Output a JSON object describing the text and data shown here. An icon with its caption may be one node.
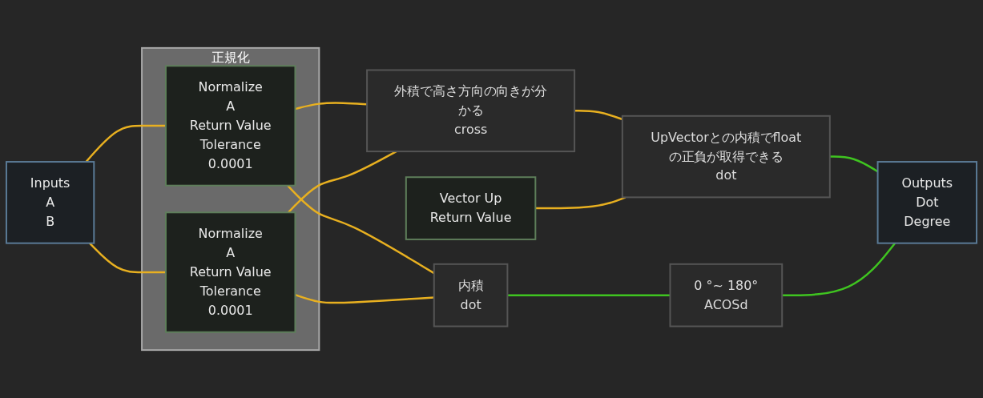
{
  "diagram": {
    "nodes": [
      {
        "text": [
          "Inputs",
          "A",
          "B"
        ]
      },
      {
        "text": [
          "正規化"
        ]
      },
      {
        "text": [
          "Normalize",
          "A",
          "Return Value",
          "Tolerance",
          "0.0001"
        ],
        "in": 1
      },
      {
        "text": [
          "Normalize",
          "A",
          "Return Value",
          "Tolerance",
          "0.0001"
        ],
        "in": 1
      },
      {
        "text": [
          "外積で高さ方向の向きが分かる",
          "cross"
        ]
      },
      {
        "text": [
          "Vector Up",
          "Return Value"
        ]
      },
      {
        "text": [
          "UpVectorとの内積でfloatの正負が取得できる",
          "dot"
        ]
      },
      {
        "text": [
          "内積",
          "dot"
        ]
      },
      {
        "text": [
          "0 °~ 180°",
          "ACOSd"
        ]
      },
      {
        "text": [
          "Outputs",
          "Dot",
          "Degree"
        ]
      }
    ],
    "edges": [
      {
        "from": 0,
        "to": 2,
        "arrow": "none"
      },
      {
        "from": 0,
        "to": 3,
        "arrow": "none"
      },
      {
        "from": 2,
        "to": 4,
        "arrow": "none"
      },
      {
        "from": 3,
        "to": 4,
        "arrow": "none"
      },
      {
        "from": 2,
        "to": 7,
        "arrow": "none"
      },
      {
        "from": 3,
        "to": 7,
        "arrow": "none"
      },
      {
        "from": 4,
        "to": 6,
        "arrow": "none"
      },
      {
        "from": 5,
        "to": 6,
        "arrow": "none"
      },
      {
        "from": 6,
        "to": 9,
        "arrow": "none",
        "color": "#3fc420"
      },
      {
        "from": 7,
        "to": 8,
        "arrow": "none",
        "color": "#3fc420"
      },
      {
        "from": 8,
        "to": 9,
        "arrow": "none",
        "color": "#3fc420"
      }
    ]
  }
}
